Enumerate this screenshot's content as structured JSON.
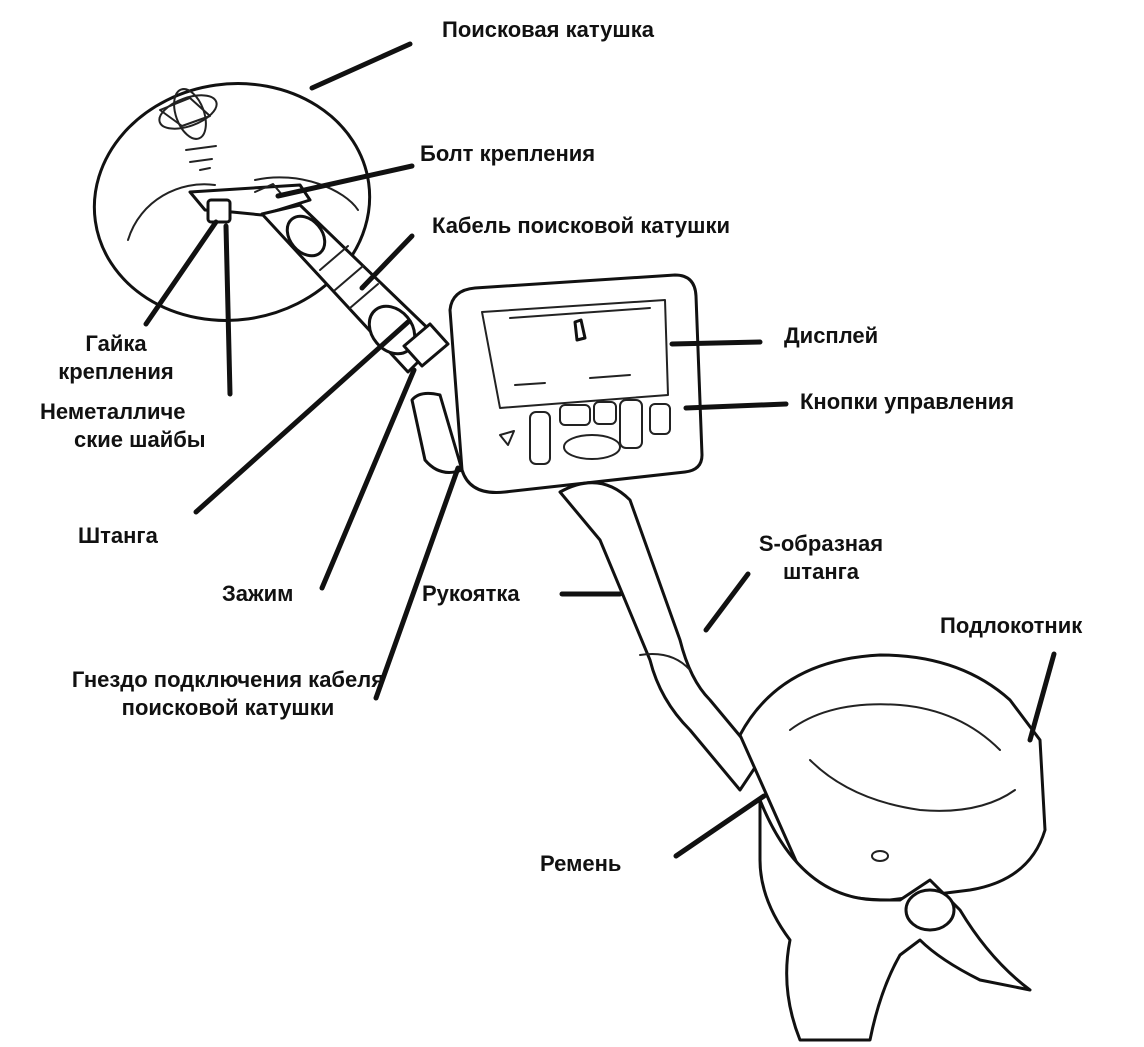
{
  "labels": {
    "search_coil": "Поисковая катушка",
    "mount_bolt": "Болт крепления",
    "coil_cable": "Кабель поисковой катушки",
    "nut_line1": "Гайка",
    "nut_line2": "крепления",
    "washers_line1": "Неметалличе",
    "washers_line2": "ские шайбы",
    "display": "Дисплей",
    "control_buttons": "Кнопки управления",
    "rod": "Штанга",
    "clamp": "Зажим",
    "handle": "Рукоятка",
    "s_rod_line1": "S-образная",
    "s_rod_line2": "штанга",
    "armrest": "Подлокотник",
    "socket_line1": "Гнездо подключения кабеля",
    "socket_line2": "поисковой катушки",
    "strap": "Ремень"
  }
}
